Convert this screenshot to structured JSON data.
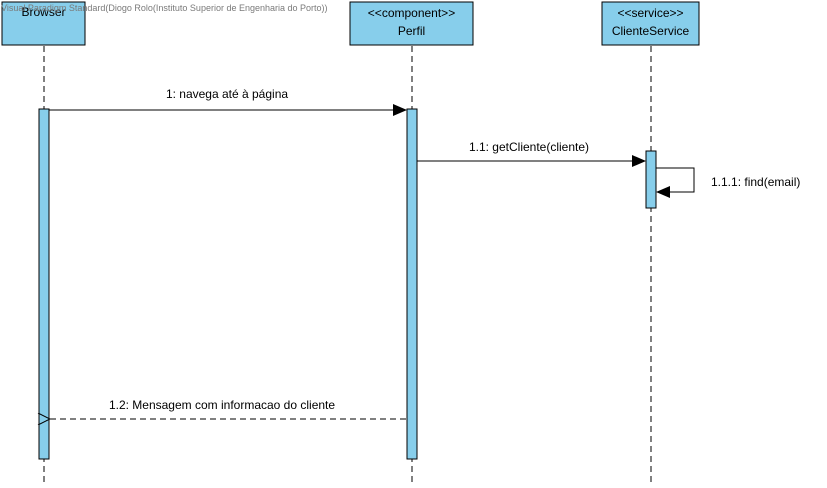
{
  "watermark": "Visual Paradigm Standard(Diogo Rolo(Instituto Superior de Engenharia do Porto))",
  "colors": {
    "participant_fill": "#87CEEB",
    "activation_fill": "#87CEEB",
    "stroke": "#000000"
  },
  "participants": [
    {
      "id": "browser",
      "stereotype": "",
      "name": "Browser"
    },
    {
      "id": "perfil",
      "stereotype": "<<component>>",
      "name": "Perfil"
    },
    {
      "id": "clienteservice",
      "stereotype": "<<service>>",
      "name": "ClienteService"
    }
  ],
  "messages": [
    {
      "id": "m1",
      "label": "1: navega até à página",
      "from": "browser",
      "to": "perfil",
      "kind": "sync"
    },
    {
      "id": "m11",
      "label": "1.1: getCliente(cliente)",
      "from": "perfil",
      "to": "clienteservice",
      "kind": "sync"
    },
    {
      "id": "m111",
      "label": "1.1.1: find(email)",
      "from": "clienteservice",
      "to": "clienteservice",
      "kind": "self"
    },
    {
      "id": "m12",
      "label": "1.2: Mensagem com informacao do cliente",
      "from": "perfil",
      "to": "browser",
      "kind": "return"
    }
  ]
}
